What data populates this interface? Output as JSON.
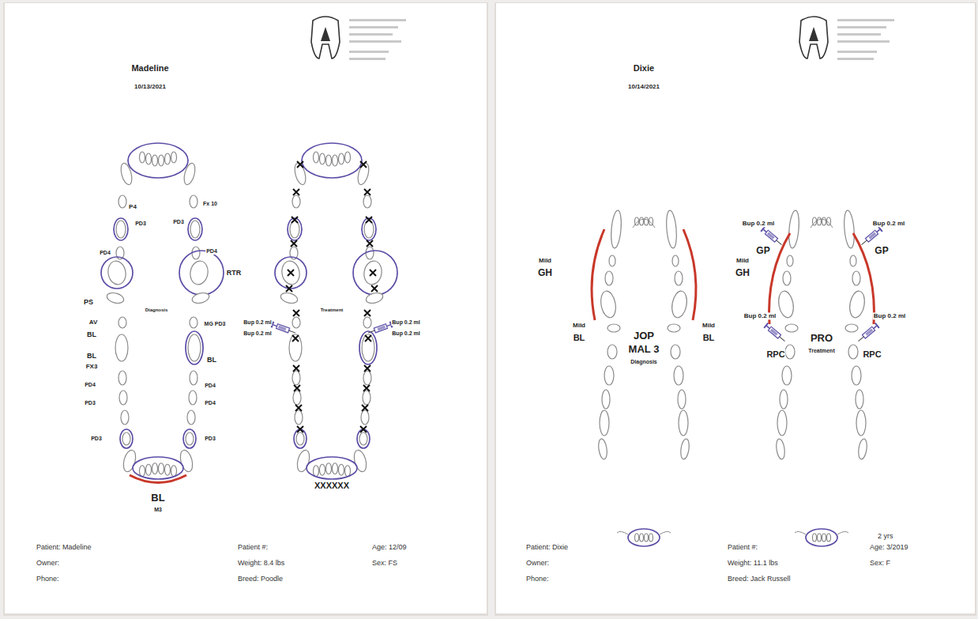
{
  "diagram": {
    "nodes": [
      {
        "text": [
          "Madeline",
          "10/13/2021"
        ]
      },
      {
        "text": [
          "Dixie",
          "10/14/2021"
        ]
      }
    ],
    "labels": [
      "P4",
      "PD3",
      "PD4",
      "PS",
      "Diagnosis",
      "Fx 10",
      "PD3",
      "PD4",
      "RTR",
      "AV",
      "BL",
      "BL",
      "FX3",
      "PD4",
      "PD3",
      "PD3",
      "MG PD3",
      "BL",
      "PD4",
      "PD4",
      "PD3",
      "BL",
      "M3",
      "Bup 0.2 ml",
      "Bup 0.2 ml",
      "Treatment",
      "Bup 0.2 ml",
      "Bup 0.2 ml",
      "XXXXXX",
      "Patient: Madeline",
      "Patient #:",
      "Age: 12/09",
      "Owner:",
      "Weight: 8.4 lbs",
      "Sex: FS",
      "Phone:",
      "Breed: Poodle",
      "Mild",
      "GH",
      "Mild",
      "GH",
      "JOP",
      "MAL 3",
      "Diagnosis",
      "Mild",
      "BL",
      "Mild",
      "BL",
      "Bup 0.2 ml",
      "GP",
      "Bup 0.2 ml",
      "GP",
      "PRO",
      "Treatment",
      "Bup 0.2 ml",
      "RPC",
      "Bup 0.2 ml",
      "RPC",
      "Patient: Dixie",
      "Patient #:",
      "2 yrs",
      "Age: 3/2019",
      "Owner:",
      "Weight: 11.1 lbs",
      "Sex: F",
      "Phone:",
      "Breed: Jack Russell"
    ]
  }
}
